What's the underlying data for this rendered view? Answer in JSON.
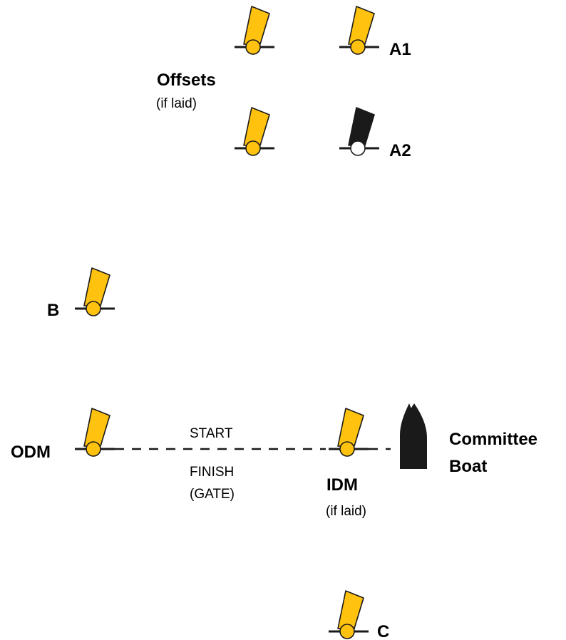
{
  "colors": {
    "mark": "#FFC20E",
    "black": "#1a1a1a",
    "white": "#ffffff"
  },
  "labels": {
    "offsets_title": "Offsets",
    "offsets_note": "(if laid)",
    "a1": "A1",
    "a2": "A2",
    "b": "B",
    "odm": "ODM",
    "start": "START",
    "finish": "FINISH",
    "gate": "(GATE)",
    "idm": "IDM",
    "idm_note": "(if laid)",
    "committee_line1": "Committee",
    "committee_line2": "Boat",
    "c": "C"
  },
  "marks": [
    {
      "id": "offset-top",
      "color": "yellow"
    },
    {
      "id": "a1",
      "color": "yellow"
    },
    {
      "id": "offset-bottom",
      "color": "yellow"
    },
    {
      "id": "a2",
      "color": "black-white"
    },
    {
      "id": "b",
      "color": "yellow"
    },
    {
      "id": "odm",
      "color": "yellow"
    },
    {
      "id": "idm",
      "color": "yellow"
    },
    {
      "id": "c",
      "color": "yellow"
    }
  ]
}
